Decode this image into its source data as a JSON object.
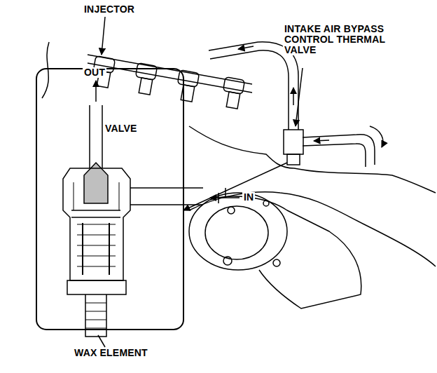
{
  "diagram": {
    "labels": [
      "INJECTOR",
      "INTAKE AIR BYPASS CONTROL THERMAL VALVE",
      "OUT",
      "VALVE",
      "IN",
      "WAX ELEMENT"
    ]
  }
}
